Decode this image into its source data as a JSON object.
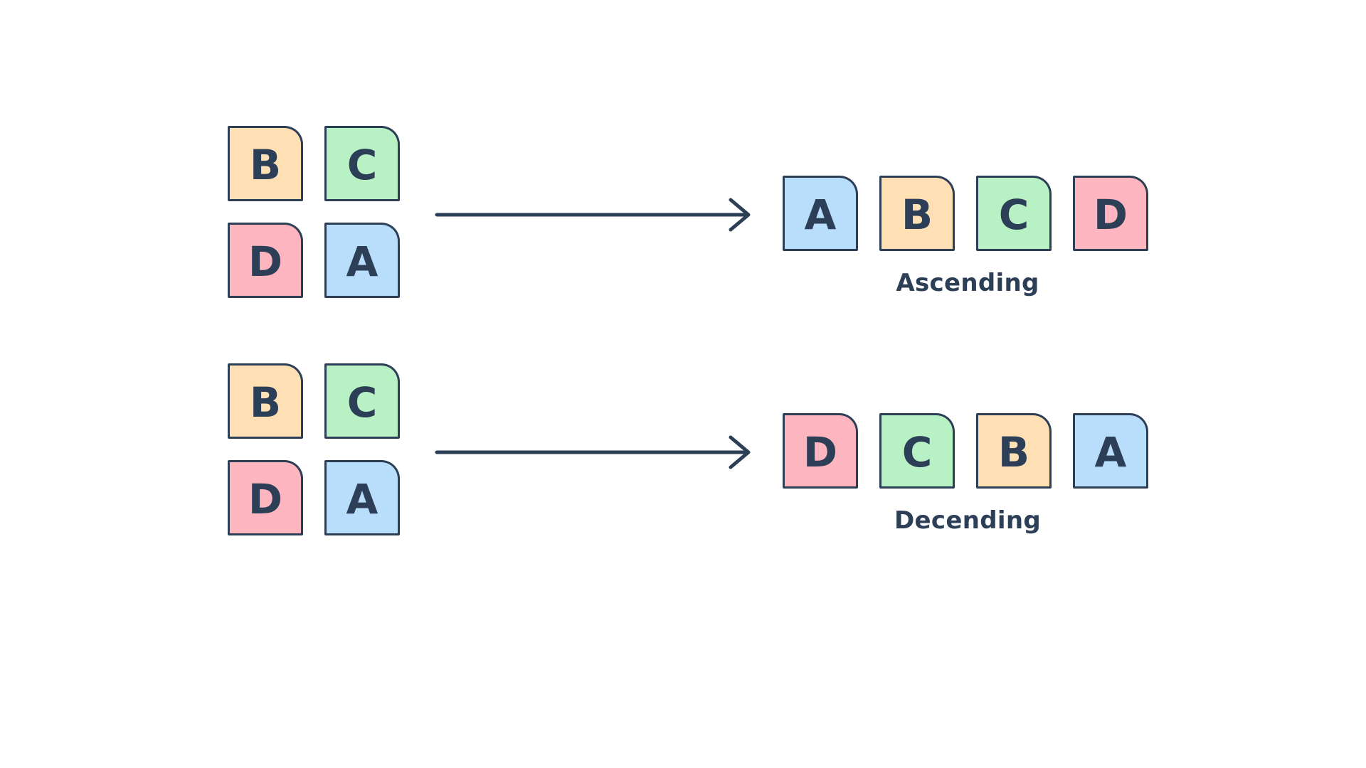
{
  "colors": {
    "A": "#B8DEFB",
    "B": "#FFE0B5",
    "C": "#B8F2C4",
    "D": "#FDB6C0",
    "stroke": "#2D3E57"
  },
  "rows": [
    {
      "input_grid": [
        "B",
        "C",
        "D",
        "A"
      ],
      "output": [
        "A",
        "B",
        "C",
        "D"
      ],
      "label": "Ascending"
    },
    {
      "input_grid": [
        "B",
        "C",
        "D",
        "A"
      ],
      "output": [
        "D",
        "C",
        "B",
        "A"
      ],
      "label": "Decending"
    }
  ]
}
